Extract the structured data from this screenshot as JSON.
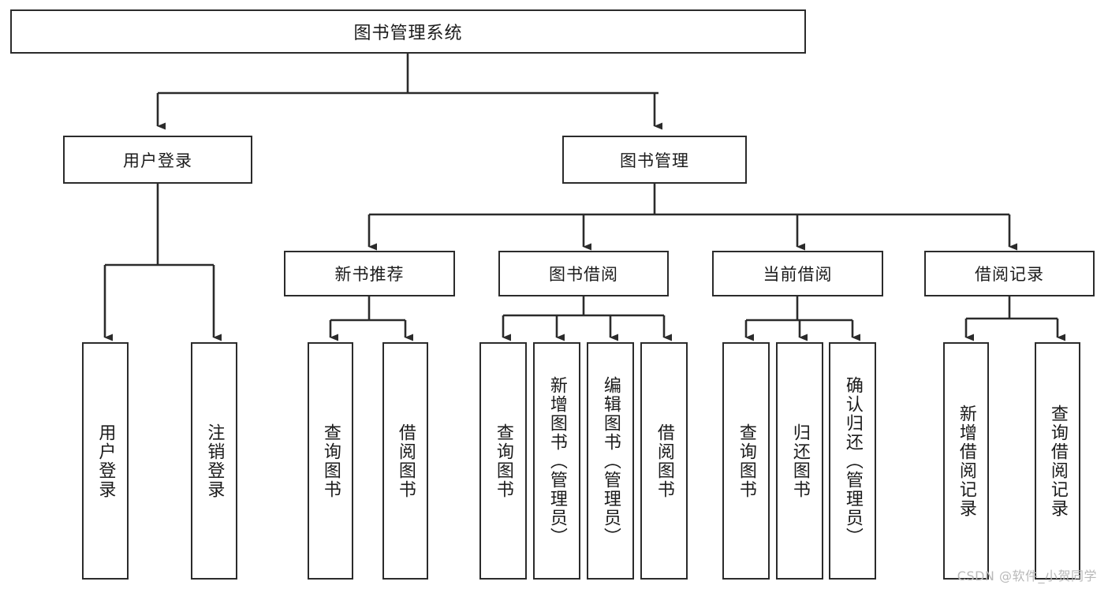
{
  "diagram": {
    "title": "图书管理系统",
    "type": "tree-hierarchy",
    "watermark": "CSDN @软件_小贺同学",
    "colors": {
      "box_border": "#2b2b2b",
      "box_fill": "#ffffff",
      "edge": "#2b2b2b",
      "text": "#1b1b1b",
      "watermark": "#b9b9b9",
      "background": "#ffffff"
    },
    "root": {
      "label": "图书管理系统"
    },
    "level2": [
      {
        "label": "用户登录"
      },
      {
        "label": "图书管理"
      }
    ],
    "level3": [
      {
        "label": "新书推荐"
      },
      {
        "label": "图书借阅"
      },
      {
        "label": "当前借阅"
      },
      {
        "label": "借阅记录"
      }
    ],
    "leaves": {
      "user_login": [
        {
          "label": "用户登录"
        },
        {
          "label": "注销登录"
        }
      ],
      "new_book_recommend": [
        {
          "label": "查询图书"
        },
        {
          "label": "借阅图书"
        }
      ],
      "book_borrow": [
        {
          "label": "查询图书"
        },
        {
          "label": "新增图书（管理员）"
        },
        {
          "label": "编辑图书（管理员）"
        },
        {
          "label": "借阅图书"
        }
      ],
      "current_borrow": [
        {
          "label": "查询图书"
        },
        {
          "label": "归还图书"
        },
        {
          "label": "确认归还（管理员）"
        }
      ],
      "borrow_record": [
        {
          "label": "新增借阅记录"
        },
        {
          "label": "查询借阅记录"
        }
      ]
    }
  }
}
